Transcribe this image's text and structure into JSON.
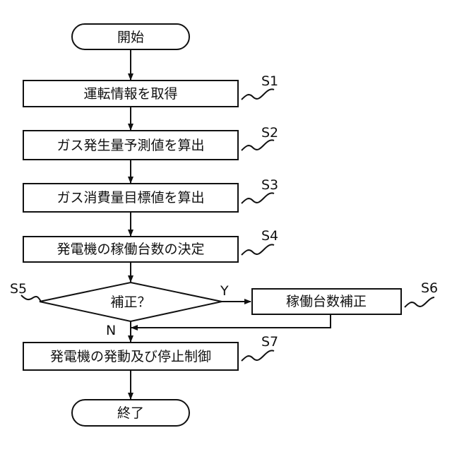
{
  "flowchart": {
    "start_label": "開始",
    "end_label": "終了",
    "steps": {
      "s1": {
        "id": "S1",
        "text": "運転情報を取得"
      },
      "s2": {
        "id": "S2",
        "text": "ガス発生量予測値を算出"
      },
      "s3": {
        "id": "S3",
        "text": "ガス消費量目標値を算出"
      },
      "s4": {
        "id": "S4",
        "text": "発電機の稼働台数の決定"
      },
      "s5": {
        "id": "S5",
        "text": "補正？"
      },
      "s6": {
        "id": "S6",
        "text": "稼働台数補正"
      },
      "s7": {
        "id": "S7",
        "text": "発電機の発動及び停止制御"
      }
    },
    "branch_yes": "Y",
    "branch_no": "N"
  }
}
